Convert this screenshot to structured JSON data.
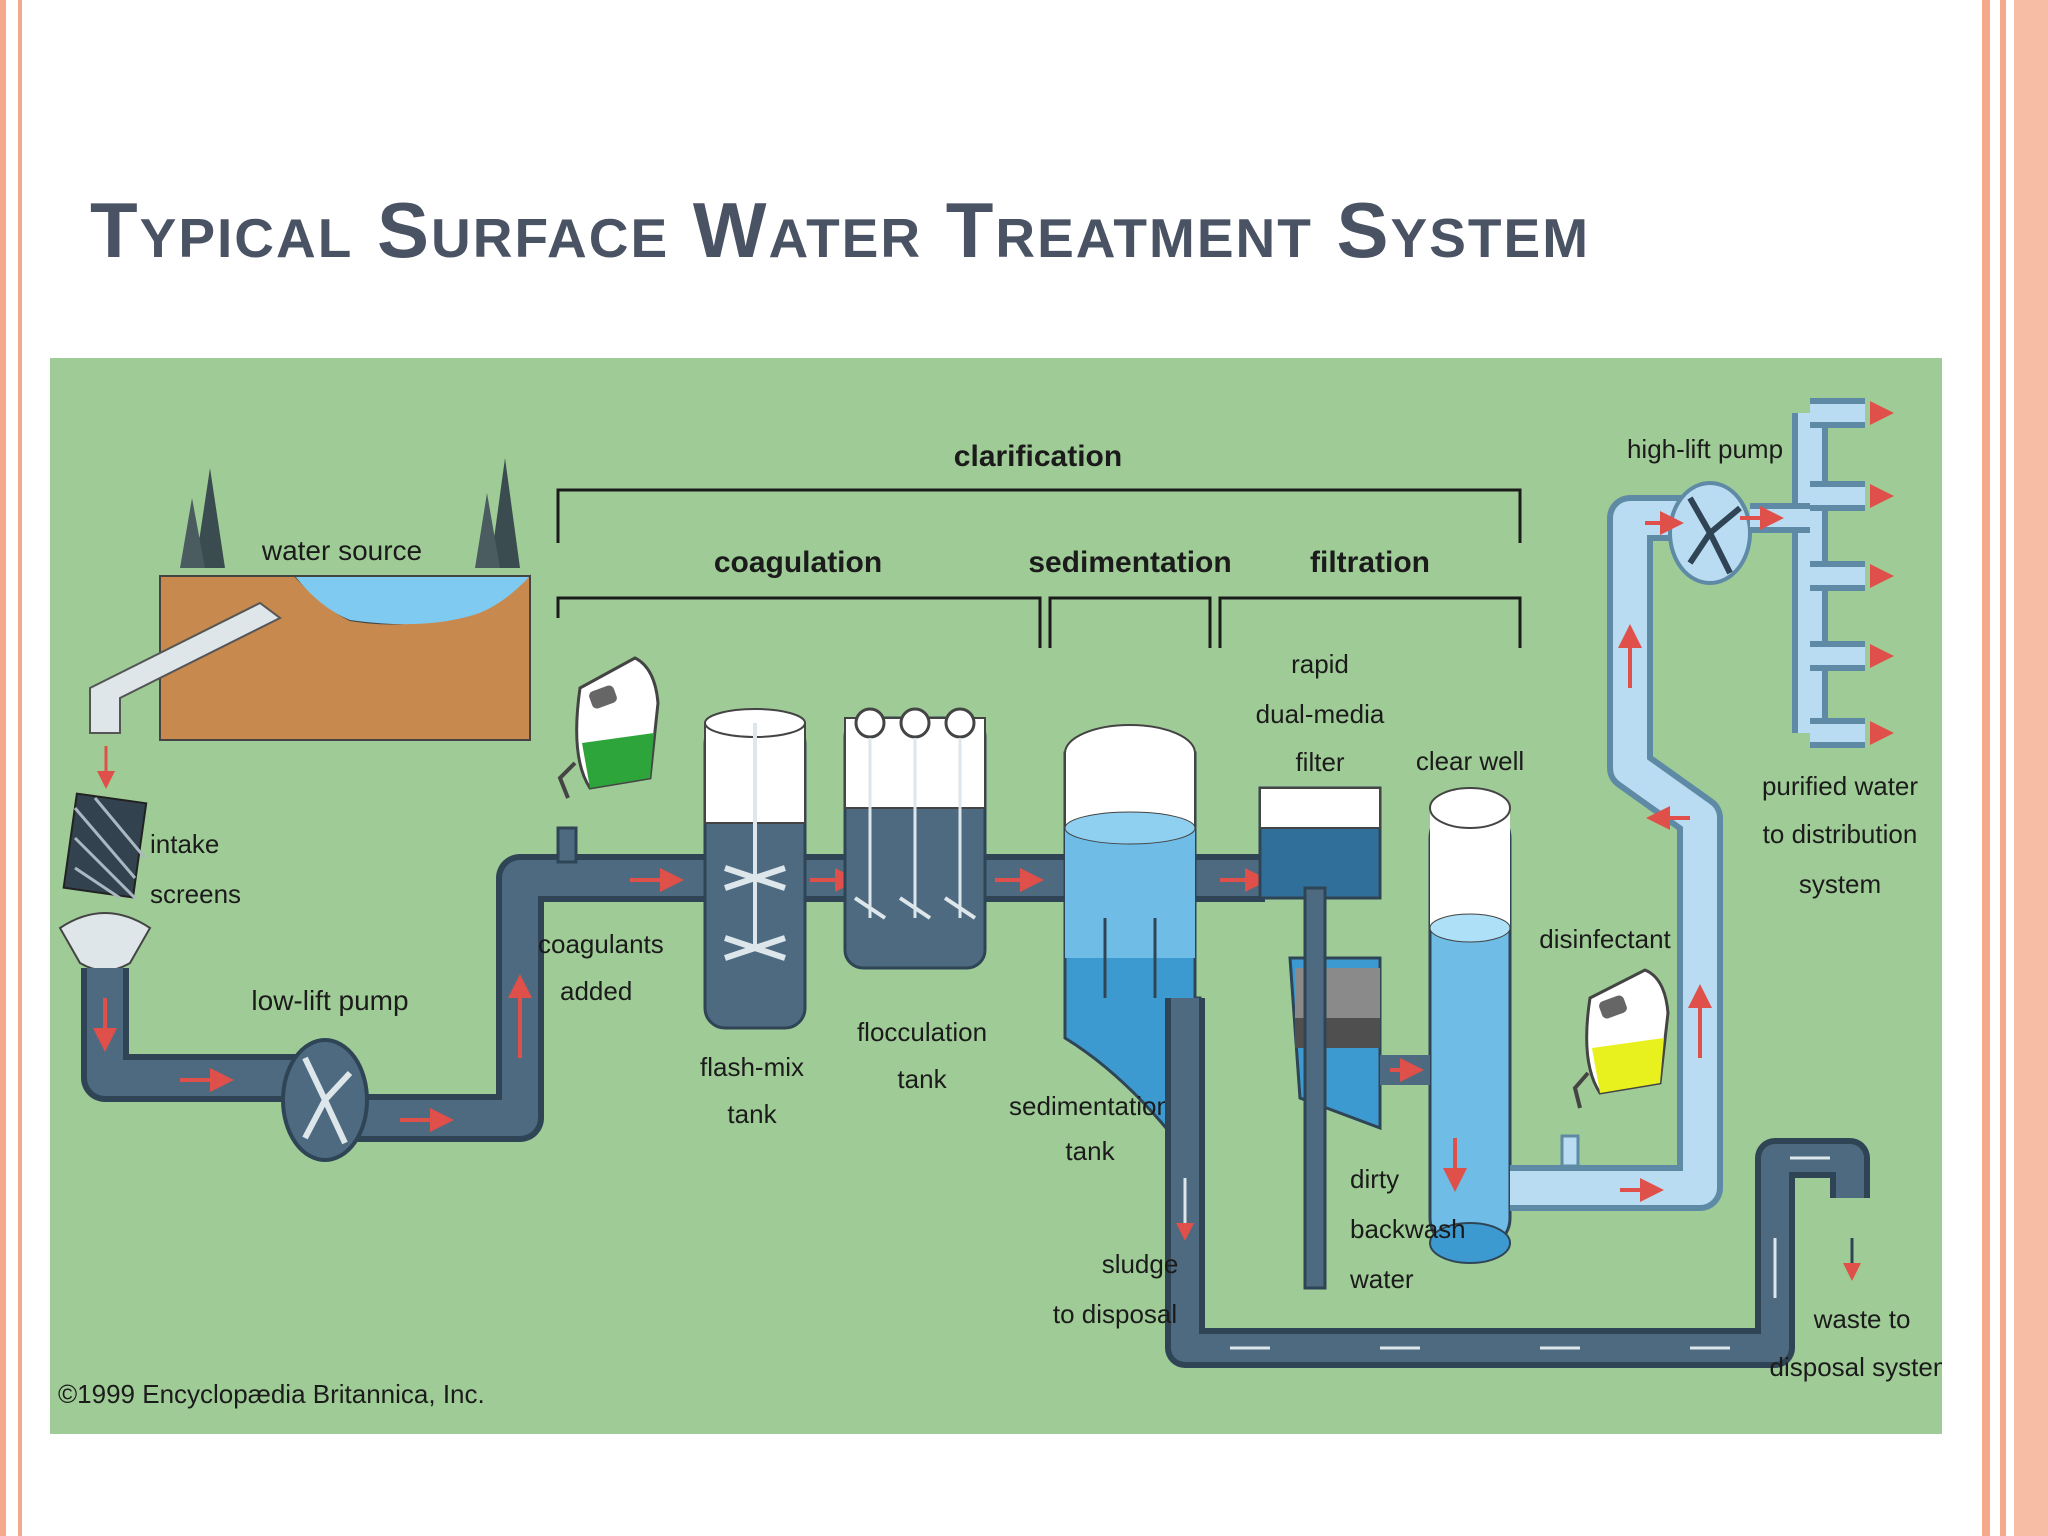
{
  "slide": {
    "title": "Typical Surface Water Treatment System"
  },
  "diagram": {
    "stage_labels": {
      "clarification": "clarification",
      "coagulation": "coagulation",
      "sedimentation": "sedimentation",
      "filtration": "filtration"
    },
    "component_labels": {
      "water_source": "water source",
      "intake_screens_1": "intake",
      "intake_screens_2": "screens",
      "low_lift_pump": "low-lift pump",
      "coagulants_1": "coagulants",
      "coagulants_2": "added",
      "flash_mix_1": "flash-mix",
      "flash_mix_2": "tank",
      "flocculation_1": "flocculation",
      "flocculation_2": "tank",
      "sed_tank_1": "sedimentation",
      "sed_tank_2": "tank",
      "sludge_1": "sludge",
      "sludge_2": "to disposal",
      "filter_1": "rapid",
      "filter_2": "dual-media",
      "filter_3": "filter",
      "clear_well": "clear well",
      "backwash_1": "dirty",
      "backwash_2": "backwash",
      "backwash_3": "water",
      "disinfectant": "disinfectant",
      "high_lift_pump": "high-lift pump",
      "purified_1": "purified water",
      "purified_2": "to distribution",
      "purified_3": "system",
      "waste_1": "waste to",
      "waste_2": "disposal system"
    },
    "copyright": "©1999 Encyclopædia Britannica, Inc.",
    "colors": {
      "background": "#9fcc96",
      "pipe": "#4d6a80",
      "pipe_dark": "#2f4556",
      "clean_pipe": "#b9dcf2",
      "water": "#3d9ad0",
      "arrow": "#e0504a",
      "earth": "#c8894f",
      "coagulant": "#2ea53a",
      "disinfectant": "#e8f01e",
      "title": "#4a5363",
      "border": "#f4a98c"
    }
  }
}
